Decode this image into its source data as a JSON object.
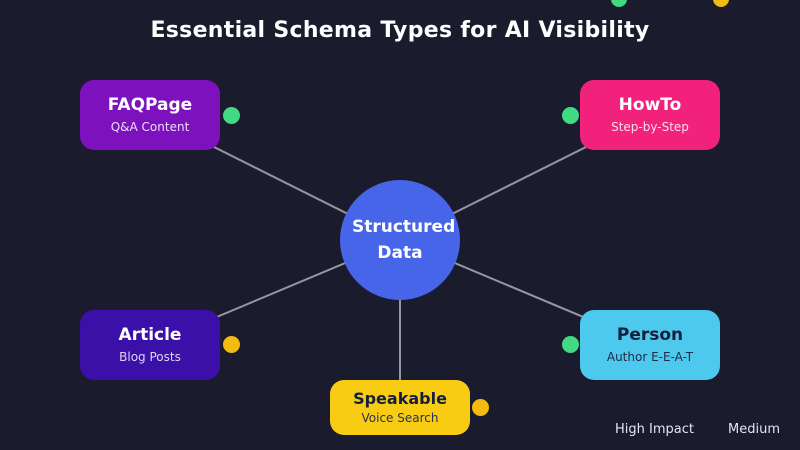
{
  "title": "Essential Schema Types for AI Visibility",
  "center": {
    "label": "Structured Data",
    "color": "#4765e8"
  },
  "nodes": [
    {
      "id": "faqpage",
      "label": "FAQPage",
      "sublabel": "Q&A Content",
      "color": "#7d11bd",
      "dot_color": "#42d983",
      "dot_side": "right"
    },
    {
      "id": "howto",
      "label": "HowTo",
      "sublabel": "Step-by-Step",
      "color": "#f2217c",
      "dot_color": "#42d983",
      "dot_side": "left"
    },
    {
      "id": "article",
      "label": "Article",
      "sublabel": "Blog Posts",
      "color": "#3b10a8",
      "dot_color": "#f2bb13",
      "dot_side": "right"
    },
    {
      "id": "person",
      "label": "Person",
      "sublabel": "Author E-E-A-T",
      "color": "#4dc9ed",
      "dot_color": "#42d983",
      "dot_side": "left"
    },
    {
      "id": "speakable",
      "label": "Speakable",
      "sublabel": "Voice Search",
      "color": "#f8cc12",
      "dot_color": "#f2bb13",
      "dot_side": "right"
    }
  ],
  "legend": [
    {
      "label": "High Impact",
      "color": "#42d983"
    },
    {
      "label": "Medium",
      "color": "#f2bb13"
    }
  ],
  "colors": {
    "background": "#1a1b2c",
    "connector_line": "#97979f",
    "title_text": "#ffffff"
  }
}
